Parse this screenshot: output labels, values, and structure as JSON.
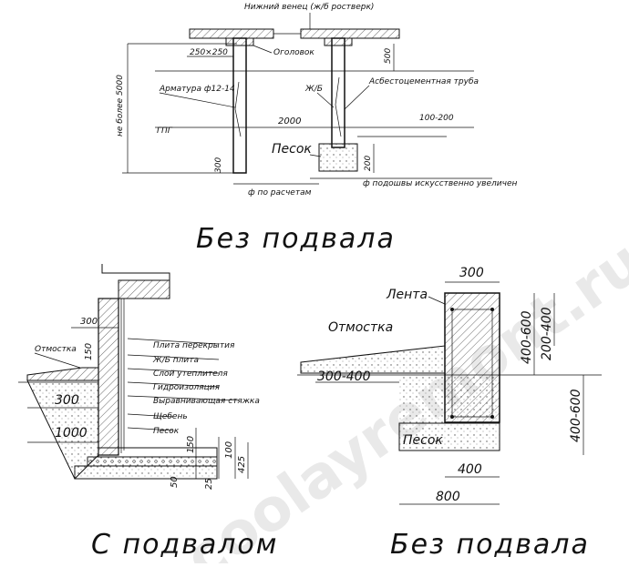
{
  "watermark": "coolayremont.ru",
  "pile_section": {
    "title": "Без подвала",
    "labels": {
      "top_beam": "Нижний венец (ж/б ростверк)",
      "cap_size": "250×250",
      "cap": "Оголовок",
      "height": "не более 5000",
      "rebar": "Арматура ф12-14",
      "rc": "Ж/Б",
      "pipe": "Асбестоцементная труба",
      "gpg": "ГПГ",
      "spacing": "2000",
      "range": "100-200",
      "sand": "Песок",
      "dim300": "300",
      "dim500": "500",
      "dim200": "200",
      "diam_calc": "ф по расчетам",
      "diam_sole": "ф подошвы искусственно увеличен"
    }
  },
  "basement_section": {
    "title": "С подвалом",
    "labels": {
      "slab": "Плита перекрытия",
      "rc_slab": "Ж/Б плита",
      "insulation": "Слой утеплителя",
      "waterproof": "Гидроизоляция",
      "screed": "Выравнивающая стяжка",
      "gravel": "Щебень",
      "sand": "Песок",
      "blind_area": "Отмостка",
      "d300": "300",
      "d150": "150",
      "d300b": "300",
      "d1000": "1000",
      "d150b": "150",
      "d100": "100",
      "d425": "425",
      "d25": "25",
      "d50": "50"
    }
  },
  "strip_section": {
    "title": "Без подвала",
    "labels": {
      "strip": "Лента",
      "blind_area": "Отмостка",
      "w300": "300",
      "h400_600": "400-600",
      "h200_400": "200-400",
      "d300_400": "300-400",
      "d400_600": "400-600",
      "sand": "Песок",
      "w400": "400",
      "w800": "800"
    }
  }
}
